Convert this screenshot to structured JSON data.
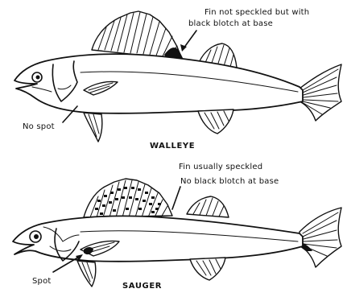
{
  "walleye": {
    "fin_note_line1": "Fin not speckled but with",
    "fin_note_line2": "black blotch at base",
    "spot_note": "No spot",
    "name": "WALLEYE"
  },
  "sauger": {
    "fin_note_line1": "Fin usually speckled",
    "fin_note_line2": "No black blotch at base",
    "spot_note": "Spot",
    "name": "SAUGER"
  }
}
